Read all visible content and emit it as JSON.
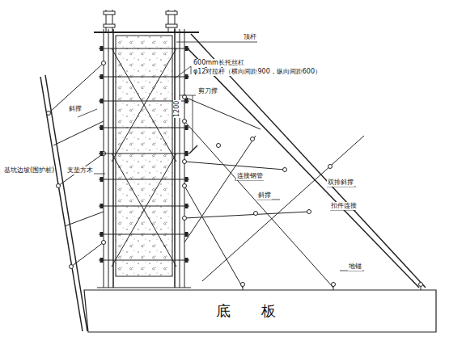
{
  "diagram": {
    "nodes": [
      {
        "text": [
          "底板"
        ]
      }
    ],
    "labels": [
      "顶杆",
      "600mm长托丝杠",
      "φ12对拉杆（横向间距900，纵向间距600）",
      "剪刀撑",
      "1200",
      "斜撑",
      "基坑边坡(围护桩)",
      "支垫方木",
      "连接钢管",
      "斜撑",
      "双排斜撑",
      "扣件连接",
      "地锚"
    ]
  }
}
